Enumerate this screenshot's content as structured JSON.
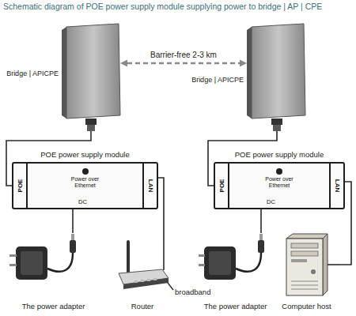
{
  "diagram": {
    "title": "Schematic diagram of POE power supply module supplying power to bridge | AP | CPE",
    "nodes": [
      {
        "text": [
          "Bridge | APICPE"
        ]
      },
      {
        "text": [
          "Bridge | APICPE"
        ]
      },
      {
        "text": [
          "POE power supply module",
          "POE",
          "Power over Ethernet",
          "LAN",
          "DC"
        ]
      },
      {
        "text": [
          "POE power supply module",
          "POE",
          "Power over Ethernet",
          "LAN",
          "DC"
        ]
      },
      {
        "text": [
          "The power adapter"
        ]
      },
      {
        "text": [
          "Router"
        ]
      },
      {
        "text": [
          "The power adapter"
        ]
      },
      {
        "text": [
          "Computer host"
        ]
      }
    ],
    "edges": [
      {
        "from": 0,
        "to": 1,
        "label": "Barrier-free 2-3 km",
        "arrow": "both"
      },
      {
        "from": 0,
        "to": 2,
        "arrow": "none"
      },
      {
        "from": 2,
        "to": 4,
        "arrow": "none"
      },
      {
        "from": 2,
        "to": 5,
        "arrow": "none"
      },
      {
        "from": 1,
        "to": 3,
        "arrow": "none"
      },
      {
        "from": 3,
        "to": 6,
        "arrow": "none"
      },
      {
        "from": 3,
        "to": 7,
        "arrow": "none"
      }
    ],
    "labels": [
      "broadband"
    ]
  }
}
